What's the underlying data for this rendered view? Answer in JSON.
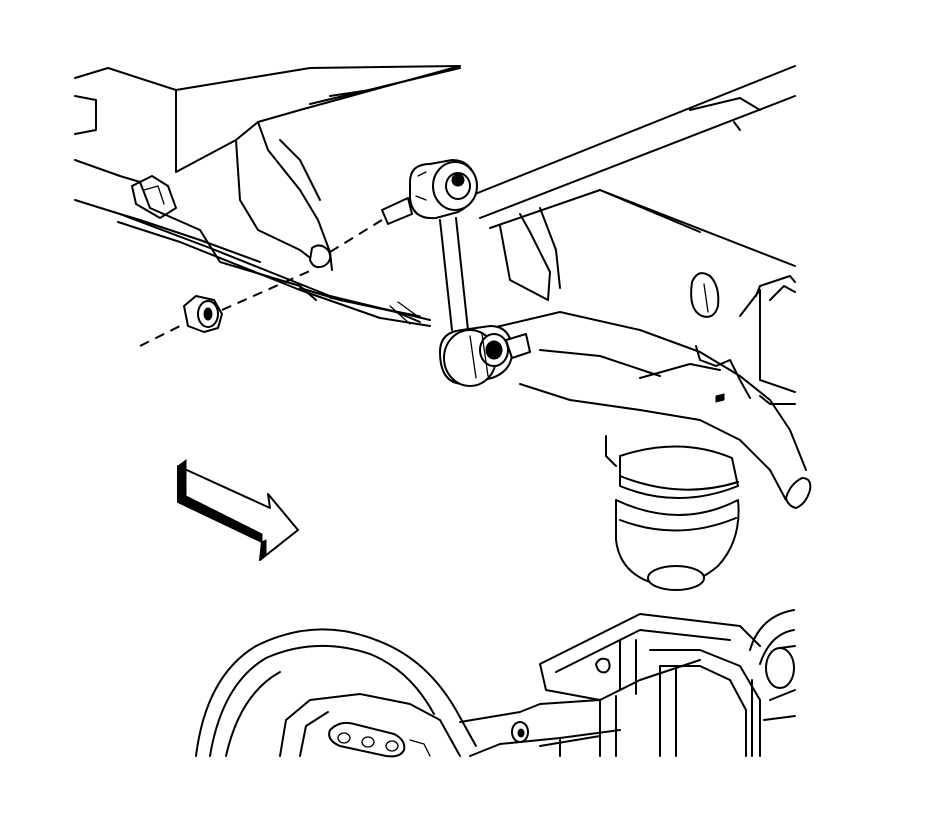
{
  "diagram": {
    "callouts": [],
    "parts": [
      {
        "name": "frame-rail"
      },
      {
        "name": "stabilizer-link"
      },
      {
        "name": "stabilizer-bar"
      },
      {
        "name": "nut"
      },
      {
        "name": "jounce-bumper"
      },
      {
        "name": "direction-arrow"
      },
      {
        "name": "rear-axle"
      }
    ],
    "colors": {
      "line": "#000000",
      "background": "#ffffff"
    }
  }
}
